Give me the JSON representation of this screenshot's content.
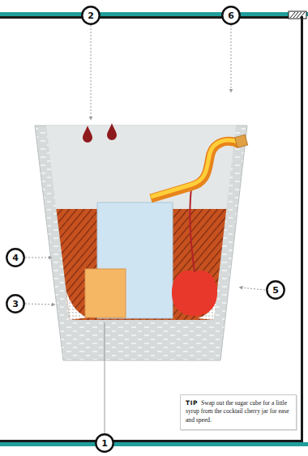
{
  "diagram": {
    "nodes": [
      {
        "text": [
          "2"
        ]
      },
      {
        "text": [
          "6"
        ]
      },
      {
        "text": [
          "4"
        ]
      },
      {
        "text": [
          "5"
        ]
      },
      {
        "text": [
          "3"
        ]
      },
      {
        "text": [
          "TIP",
          "Swap out the sugar cube for a little syrup from the cocktail cherry jar for ease and speed."
        ]
      },
      {
        "text": [
          "1"
        ]
      }
    ]
  }
}
